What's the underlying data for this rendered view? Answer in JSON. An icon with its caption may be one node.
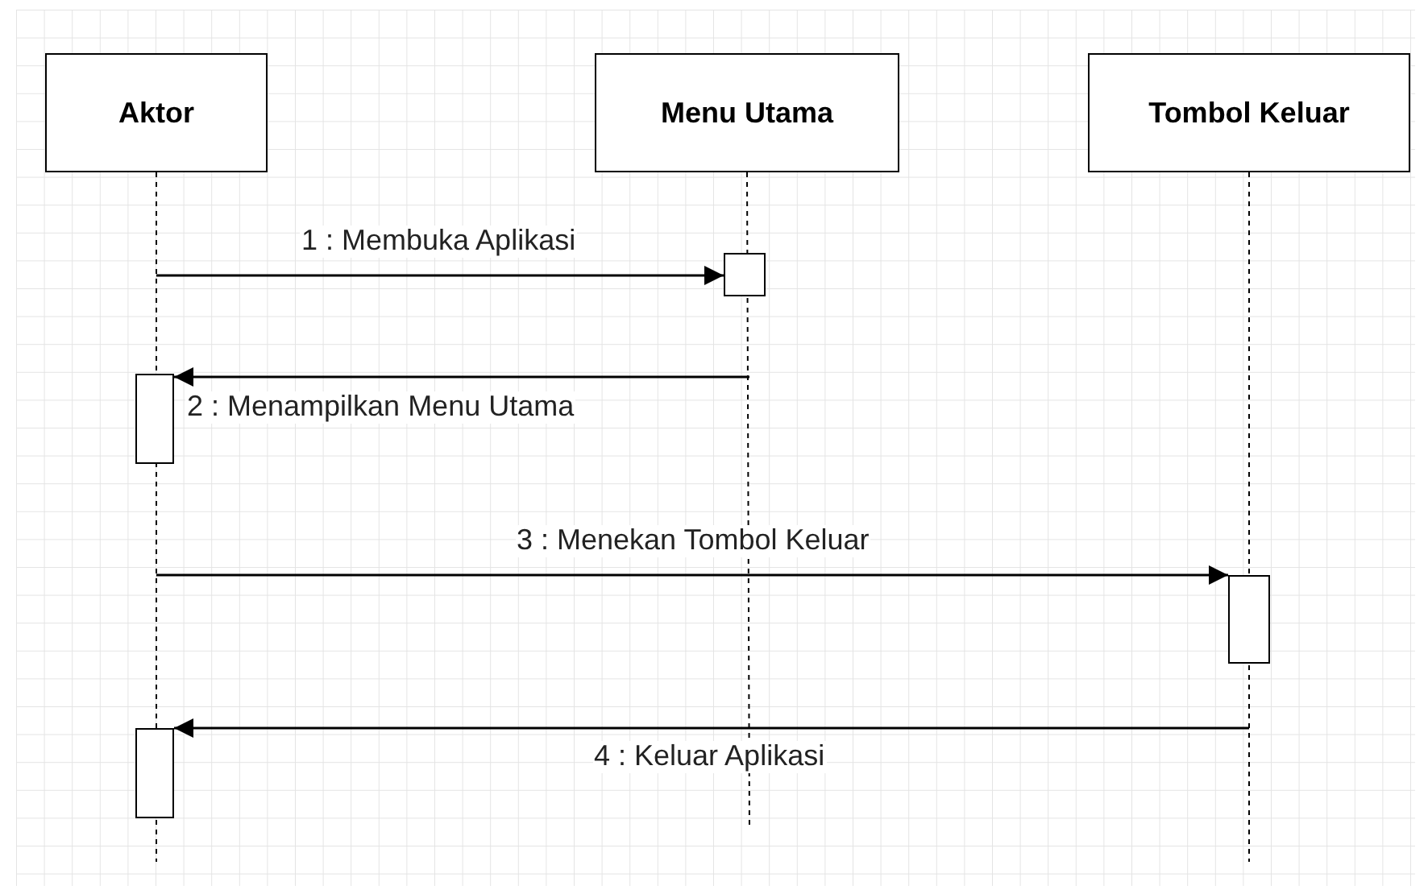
{
  "diagram": {
    "nodes": [
      {
        "text": [
          "Aktor"
        ]
      },
      {
        "text": [
          "Menu Utama"
        ]
      },
      {
        "text": [
          "Tombol Keluar"
        ]
      },
      {
        "text": [],
        "shape": "bar"
      },
      {
        "text": [],
        "shape": "bar"
      },
      {
        "text": [],
        "shape": "bar"
      },
      {
        "text": [],
        "shape": "bar"
      }
    ],
    "edges": [
      {
        "from": 0,
        "to": null,
        "arrow": "none",
        "style": "dashed"
      },
      {
        "from": 1,
        "to": null,
        "arrow": "none",
        "style": "dashed"
      },
      {
        "from": 2,
        "to": null,
        "arrow": "none",
        "style": "dashed"
      },
      {
        "from": null,
        "to": 3,
        "arrow": "to",
        "label": "1 : Membuka Aplikasi"
      },
      {
        "from": null,
        "to": 4,
        "arrow": "to",
        "label": "2 : Menampilkan Menu Utama"
      },
      {
        "from": null,
        "to": 5,
        "arrow": "to",
        "label": "3 : Menekan Tombol Keluar"
      },
      {
        "from": null,
        "to": 6,
        "arrow": "to",
        "label": "4 : Keluar Aplikasi"
      }
    ]
  }
}
